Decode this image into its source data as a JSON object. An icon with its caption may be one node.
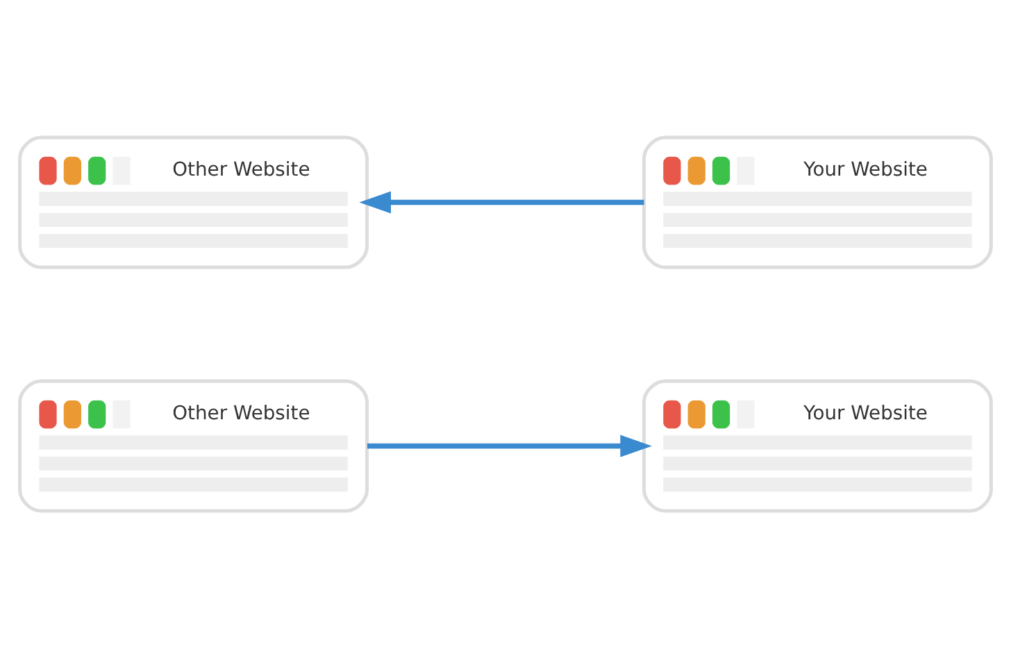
{
  "diagram": {
    "nodes": [
      {
        "text": [
          "Other Website"
        ]
      },
      {
        "text": [
          "Your Website"
        ]
      },
      {
        "text": [
          "Other Website"
        ]
      },
      {
        "text": [
          "Your Website"
        ]
      }
    ],
    "edges": [
      {
        "from": 0,
        "to": 1,
        "arrow": "to"
      },
      {
        "from": 3,
        "to": 2,
        "arrow": "to"
      }
    ]
  }
}
